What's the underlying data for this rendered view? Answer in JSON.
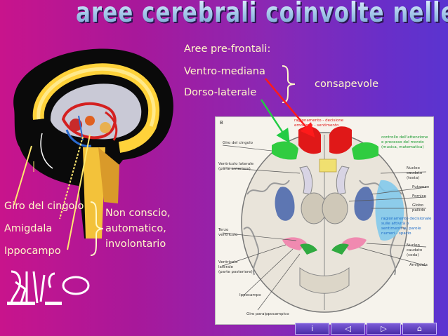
{
  "title": "aree cerebrali coinvolte nelle emozioni",
  "prefrontal": {
    "heading": "Aree pre-frontali:",
    "item1": "Ventro-mediana",
    "item2": "Dorso-laterale",
    "group_label": "consapevole"
  },
  "limbic": {
    "item1": "Giro del cingolo",
    "item2": "Amigdala",
    "item3": "Ippocampo",
    "group_line1": "Non conscio,",
    "group_line2": "automatico,",
    "group_line3": "involontario"
  },
  "section_diagram": {
    "marker": "B",
    "top_red_1": "ragionamento - decisione",
    "top_red_2": "emozione - sentimento",
    "right_green_1": "controllo dell'attenzione",
    "right_green_2": "e processo del mondo",
    "right_green_3": "(musica, matematica)",
    "right_blue_1": "ragionamento decisionale",
    "right_blue_2": "sulle attività o",
    "right_blue_3": "sentimenti su parole",
    "right_blue_4": "numeri - spazio",
    "l_giro": "Giro del cingolo",
    "l_ventricolo_1": "Ventricolo laterale",
    "l_ventricolo_2": "(parte anteriore)",
    "l_terzo_1": "Terzo",
    "l_terzo_2": "ventricolo",
    "l_ventricolo2_1": "Ventricolo",
    "l_ventricolo2_2": "laterale",
    "l_ventricolo2_3": "(parte posteriore)",
    "l_ippocampo": "Ippocampo",
    "l_giro_para": "Giro paraippocampico",
    "r_caudato_1": "Nucleo caudato",
    "r_caudato_2": "(testa)",
    "r_putamen": "Putamen",
    "r_fornice": "Fornice",
    "r_globo_1": "Globo",
    "r_globo_2": "pallido",
    "r_caudato2_1": "Nucleo caudato",
    "r_caudato2_2": "(coda)",
    "r_amigdala": "Amigdala"
  },
  "nav": {
    "btn1": "i",
    "btn2": "◁",
    "btn3": "▷",
    "btn4": "⌂"
  },
  "colors": {
    "label_text": "#fff8c8",
    "arrow_red": "#ff1a1a",
    "arrow_green": "#22cc44",
    "pointer_yellow": "#ffe870"
  }
}
